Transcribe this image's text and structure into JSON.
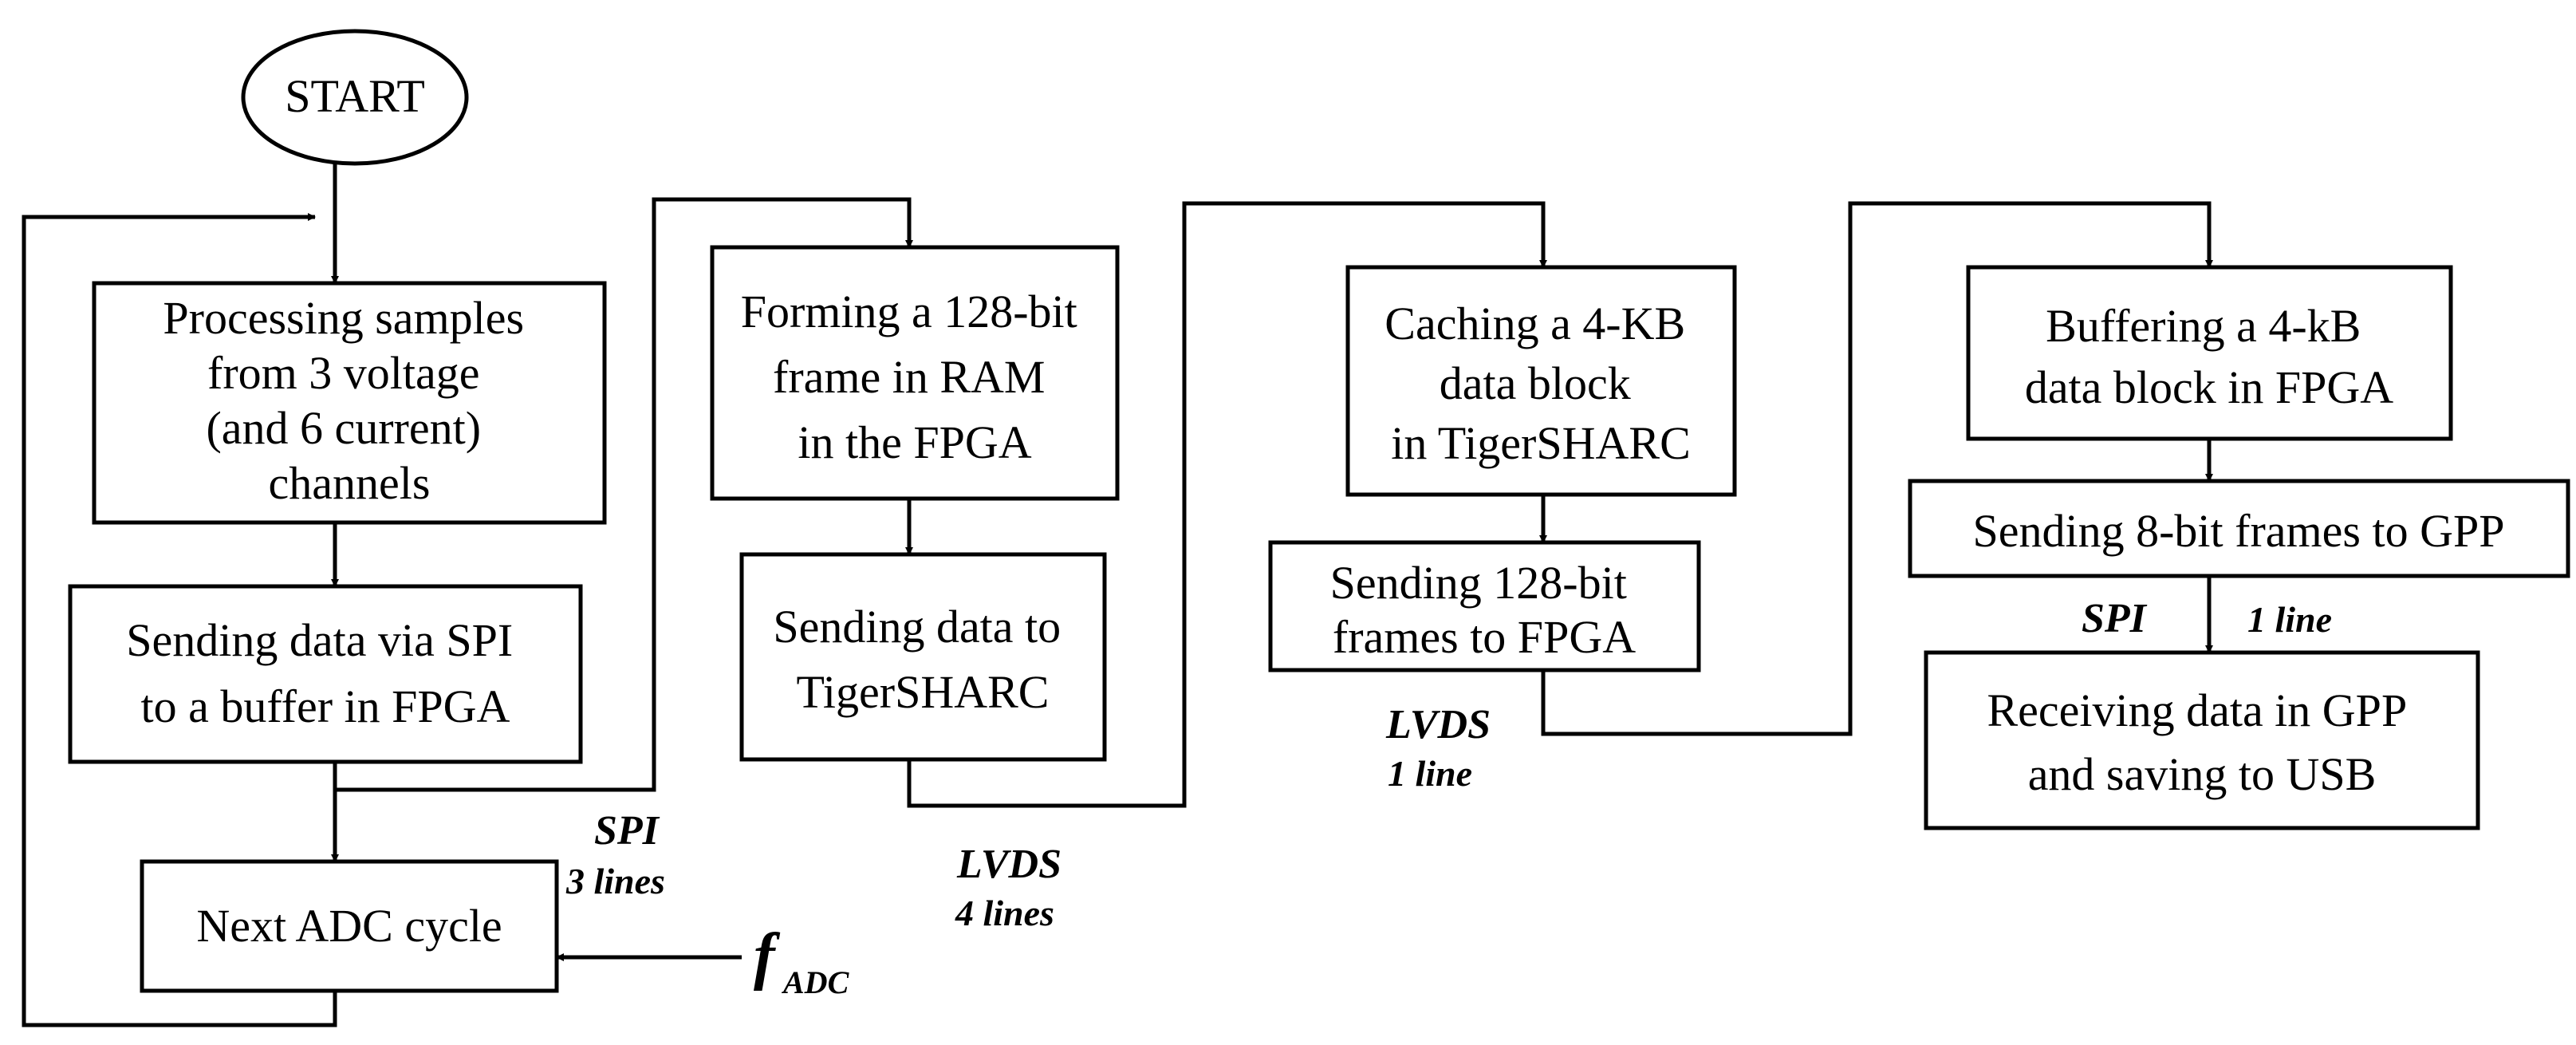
{
  "start": "START",
  "boxes": {
    "processing": [
      "Processing samples",
      "from 3 voltage",
      "(and 6 current)",
      "channels"
    ],
    "send_spi": [
      "Sending data via SPI",
      "to a buffer in FPGA"
    ],
    "next_adc": [
      "Next ADC cycle"
    ],
    "forming": [
      "Forming a 128-bit",
      "frame in RAM",
      "in the FPGA"
    ],
    "send_tiger": [
      "Sending data to",
      "TigerSHARC"
    ],
    "caching": [
      "Caching a 4-KB",
      "data block",
      "in TigerSHARC"
    ],
    "send128": [
      "Sending 128-bit",
      "frames to FPGA"
    ],
    "buffering": [
      "Buffering a 4-kB",
      "data block in FPGA"
    ],
    "send8": [
      "Sending 8-bit frames to GPP"
    ],
    "receiving": [
      "Receiving data in GPP",
      "and saving to USB"
    ]
  },
  "labels": {
    "spi1": [
      "SPI",
      "3 lines"
    ],
    "lvds1": [
      "LVDS",
      "4 lines"
    ],
    "lvds2": [
      "LVDS",
      "1 line"
    ],
    "spi2_a": "SPI",
    "spi2_b": "1 line",
    "fadc_main": "f",
    "fadc_sub": "ADC"
  }
}
